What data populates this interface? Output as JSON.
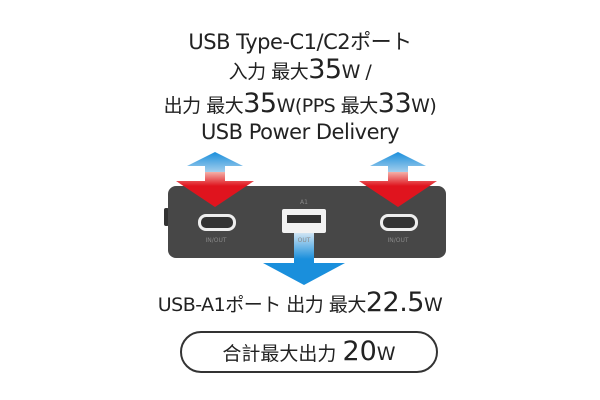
{
  "headline": {
    "line1": "USB Type-C1/C2ポート",
    "line2_prefix": "入力 最大",
    "line2_value": "35",
    "line2_unit": "W /",
    "line3_prefix": "出力 最大",
    "line3_value": "35",
    "line3_mid": "W(PPS 最大",
    "line3_value2": "33",
    "line3_unit": "W)",
    "line4": "USB Power Delivery"
  },
  "device": {
    "port_left_label": "IN/OUT",
    "port_center_name": "A1",
    "port_center_label": "OUT",
    "port_right_label": "IN/OUT"
  },
  "usb_a": {
    "prefix": "USB-A1ポート 出力 最大",
    "value": "22.5",
    "unit": "W"
  },
  "total": {
    "label": "合計最大出力 ",
    "value": "20",
    "unit": "W"
  },
  "colors": {
    "input_arrow": "#e0141e",
    "output_arrow": "#1a8fdc",
    "device": "#474747"
  }
}
